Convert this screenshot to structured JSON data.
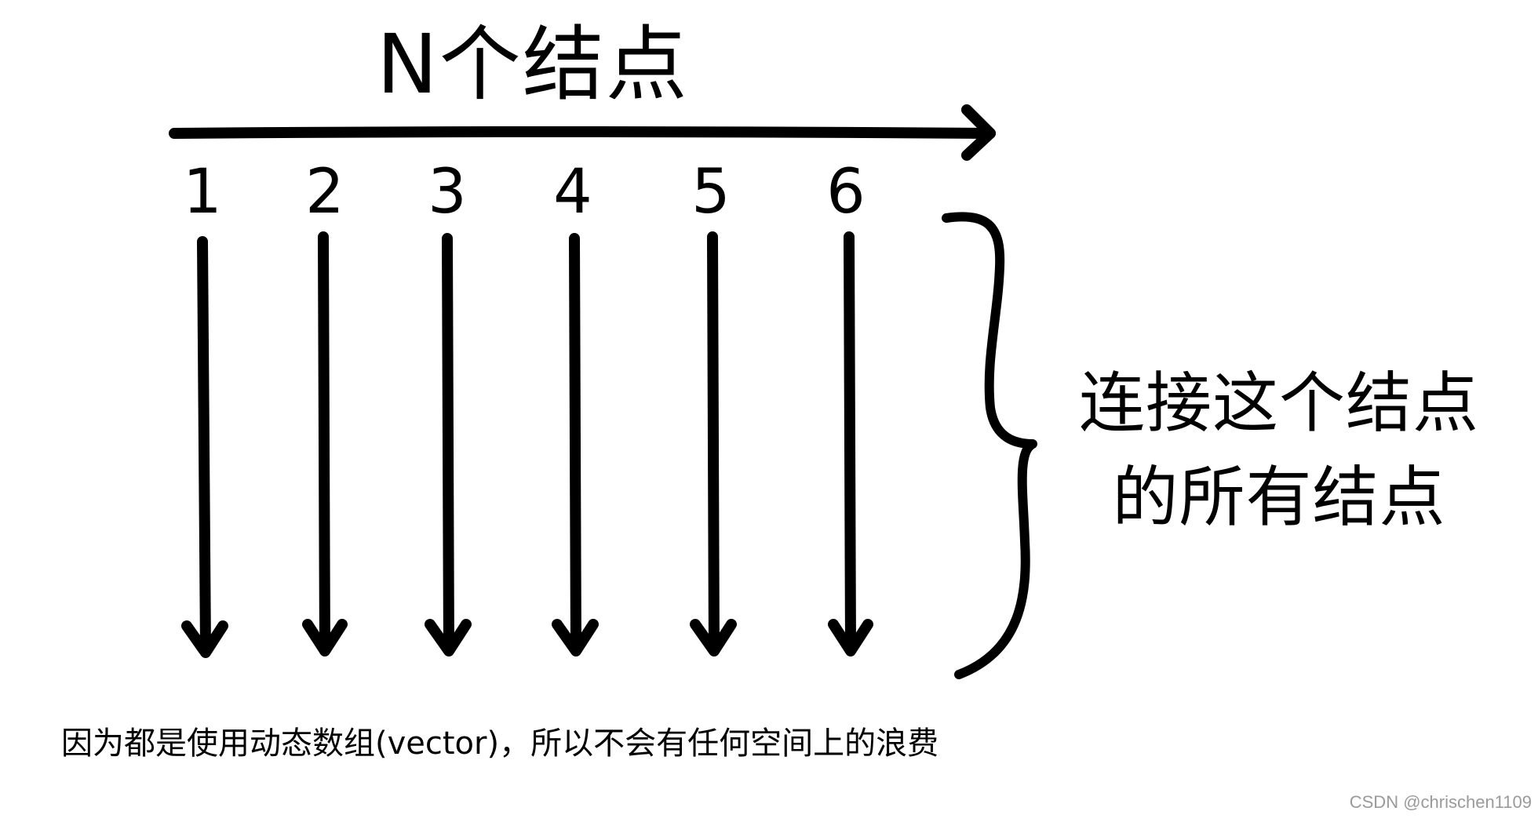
{
  "title": "N个结点",
  "nodes": [
    "1",
    "2",
    "3",
    "4",
    "5",
    "6"
  ],
  "side_label": {
    "line1": "连接这个结点",
    "line2": "的所有结点"
  },
  "note": "因为都是使用动态数组(vector)，所以不会有任何空间上的浪费",
  "credit": "CSDN @chrischen1109",
  "colors": {
    "ink": "#000000",
    "background": "#ffffff",
    "credit": "#9a9a9a"
  }
}
